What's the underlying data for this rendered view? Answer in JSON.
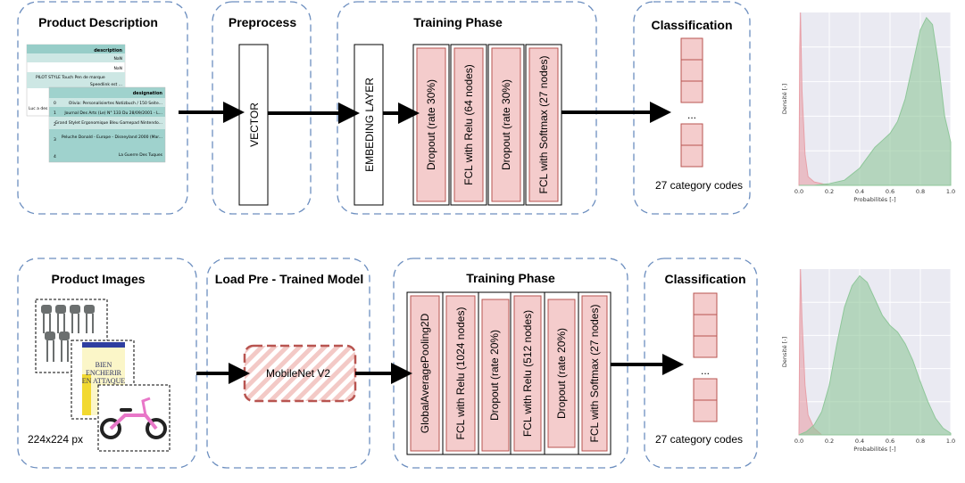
{
  "top": {
    "sections": {
      "product_description": "Product Description",
      "preprocess": "Preprocess",
      "training": "Training Phase",
      "classification": "Classification"
    },
    "vector": "VECTOR",
    "embedding": "EMBEDING LAYER",
    "layers": [
      "Dropout (rate 30%)",
      "FCL with Relu (64 nodes)",
      "Dropout (rate 30%)",
      "FCL with Softmax (27 nodes)"
    ],
    "ellipsis": "...",
    "codes": "27 category codes",
    "table_back": {
      "header": "description",
      "rows": [
        "NaN",
        "NaN",
        "PILOT STYLE Touch Pen de marque",
        "Speedlink est ..."
      ],
      "side": "Luc a des"
    },
    "table_front": {
      "header": "designation",
      "rows": [
        {
          "i": "0",
          "t": "Olivia: Personalisiertes Notizbuch / 150 Seite..."
        },
        {
          "i": "1",
          "t": "Journal Des Arts (Le) N° 133 Du 28/09/2001 - L..."
        },
        {
          "i": "2",
          "t": "Grand Stylet Ergonomique Bleu Gamepad Nintendo..."
        },
        {
          "i": "3",
          "t": "Peluche Donald - Europe - Disneyland 2000 (Mar..."
        },
        {
          "i": "4",
          "t": "La Guerre Des Tuques"
        }
      ]
    }
  },
  "bottom": {
    "sections": {
      "product_images": "Product Images",
      "load_model": "Load Pre - Trained Model",
      "training": "Training Phase",
      "classification": "Classification"
    },
    "image_size": "224x224 px",
    "model": "MobileNet V2",
    "layers": [
      "GlobalAveragePooling2D",
      "FCL with Relu (1024 nodes)",
      "Dropout (rate 20%)",
      "FCL with Relu (512 nodes)",
      "Dropout (rate 20%)",
      "FCL with Softmax (27 nodes)"
    ],
    "ellipsis": "...",
    "codes": "27 category codes",
    "book": {
      "title_1": "BIEN",
      "title_2": "ENCHERIR",
      "title_3": "EN ATTAQUE"
    }
  },
  "chart_data": [
    {
      "type": "area",
      "xlabel": "Probabilités [-]",
      "ylabel": "Densité [-]",
      "xlim": [
        0,
        1
      ],
      "xticks": [
        "0.0",
        "0.2",
        "0.4",
        "0.6",
        "0.8",
        "1.0"
      ],
      "grid": true,
      "series": [
        {
          "color": "#e8a0a8",
          "x": [
            0.0,
            0.005,
            0.01,
            0.02,
            0.04,
            0.06,
            0.1,
            0.2,
            1.0
          ],
          "y": [
            0.0,
            0.8,
            1.0,
            0.55,
            0.18,
            0.05,
            0.02,
            0.0,
            0.0
          ]
        },
        {
          "color": "#8fc79a",
          "x": [
            0.0,
            0.1,
            0.2,
            0.3,
            0.4,
            0.5,
            0.55,
            0.6,
            0.65,
            0.7,
            0.75,
            0.8,
            0.84,
            0.88,
            0.92,
            0.96,
            1.0
          ],
          "y": [
            0.0,
            0.0,
            0.01,
            0.03,
            0.1,
            0.22,
            0.26,
            0.3,
            0.37,
            0.5,
            0.7,
            0.9,
            0.97,
            0.93,
            0.7,
            0.4,
            0.25
          ]
        }
      ]
    },
    {
      "type": "area",
      "xlabel": "Probabilités [-]",
      "ylabel": "Densité [-]",
      "xlim": [
        0,
        1
      ],
      "xticks": [
        "0.0",
        "0.2",
        "0.4",
        "0.6",
        "0.8",
        "1.0"
      ],
      "grid": true,
      "series": [
        {
          "color": "#e8a0a8",
          "x": [
            0.0,
            0.005,
            0.01,
            0.02,
            0.04,
            0.06,
            0.1,
            0.15,
            1.0
          ],
          "y": [
            0.0,
            0.7,
            1.0,
            0.7,
            0.3,
            0.12,
            0.04,
            0.0,
            0.0
          ]
        },
        {
          "color": "#8fc79a",
          "x": [
            0.0,
            0.05,
            0.1,
            0.15,
            0.2,
            0.25,
            0.3,
            0.35,
            0.4,
            0.45,
            0.5,
            0.55,
            0.6,
            0.65,
            0.7,
            0.75,
            0.8,
            0.85,
            0.9,
            0.95,
            1.0
          ],
          "y": [
            0.0,
            0.02,
            0.06,
            0.14,
            0.3,
            0.55,
            0.77,
            0.9,
            0.96,
            0.92,
            0.82,
            0.72,
            0.66,
            0.62,
            0.55,
            0.45,
            0.32,
            0.2,
            0.1,
            0.04,
            0.01
          ]
        }
      ]
    }
  ]
}
